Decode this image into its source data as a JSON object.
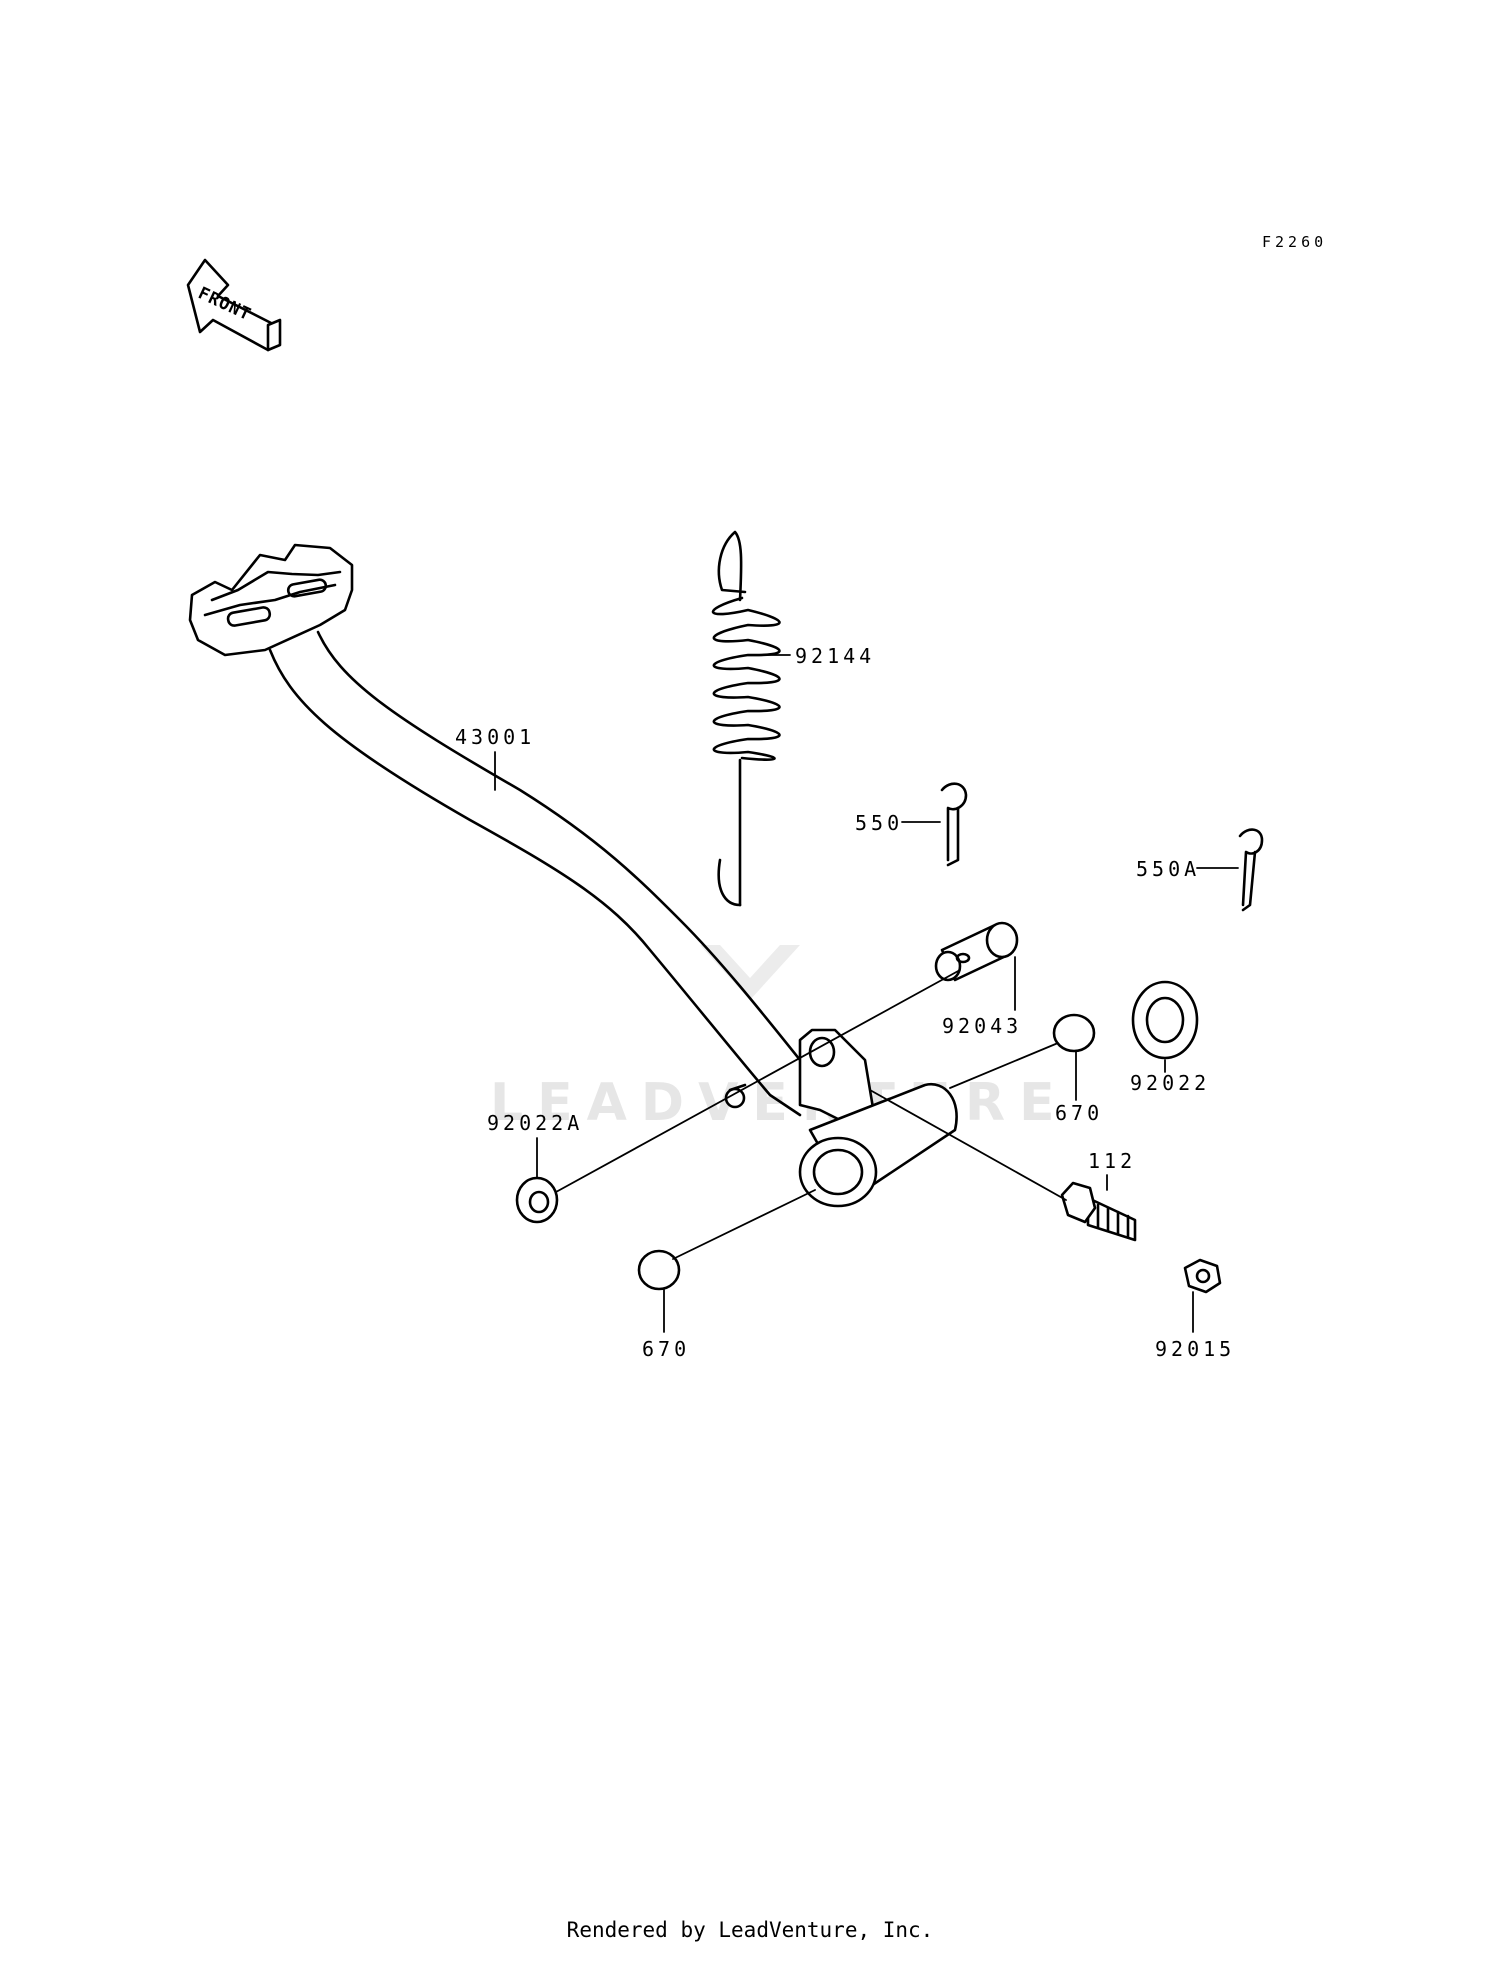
{
  "diagram": {
    "code": "F2260",
    "front_label": "FRONT",
    "watermark": "LEADVENTURE",
    "footer": "Rendered by LeadVenture, Inc.",
    "callouts": [
      {
        "id": "43001"
      },
      {
        "id": "92144"
      },
      {
        "id": "550"
      },
      {
        "id": "550A"
      },
      {
        "id": "92043"
      },
      {
        "id": "92022"
      },
      {
        "id": "670"
      },
      {
        "id": "92022A"
      },
      {
        "id": "112"
      },
      {
        "id": "670"
      },
      {
        "id": "92015"
      }
    ]
  }
}
